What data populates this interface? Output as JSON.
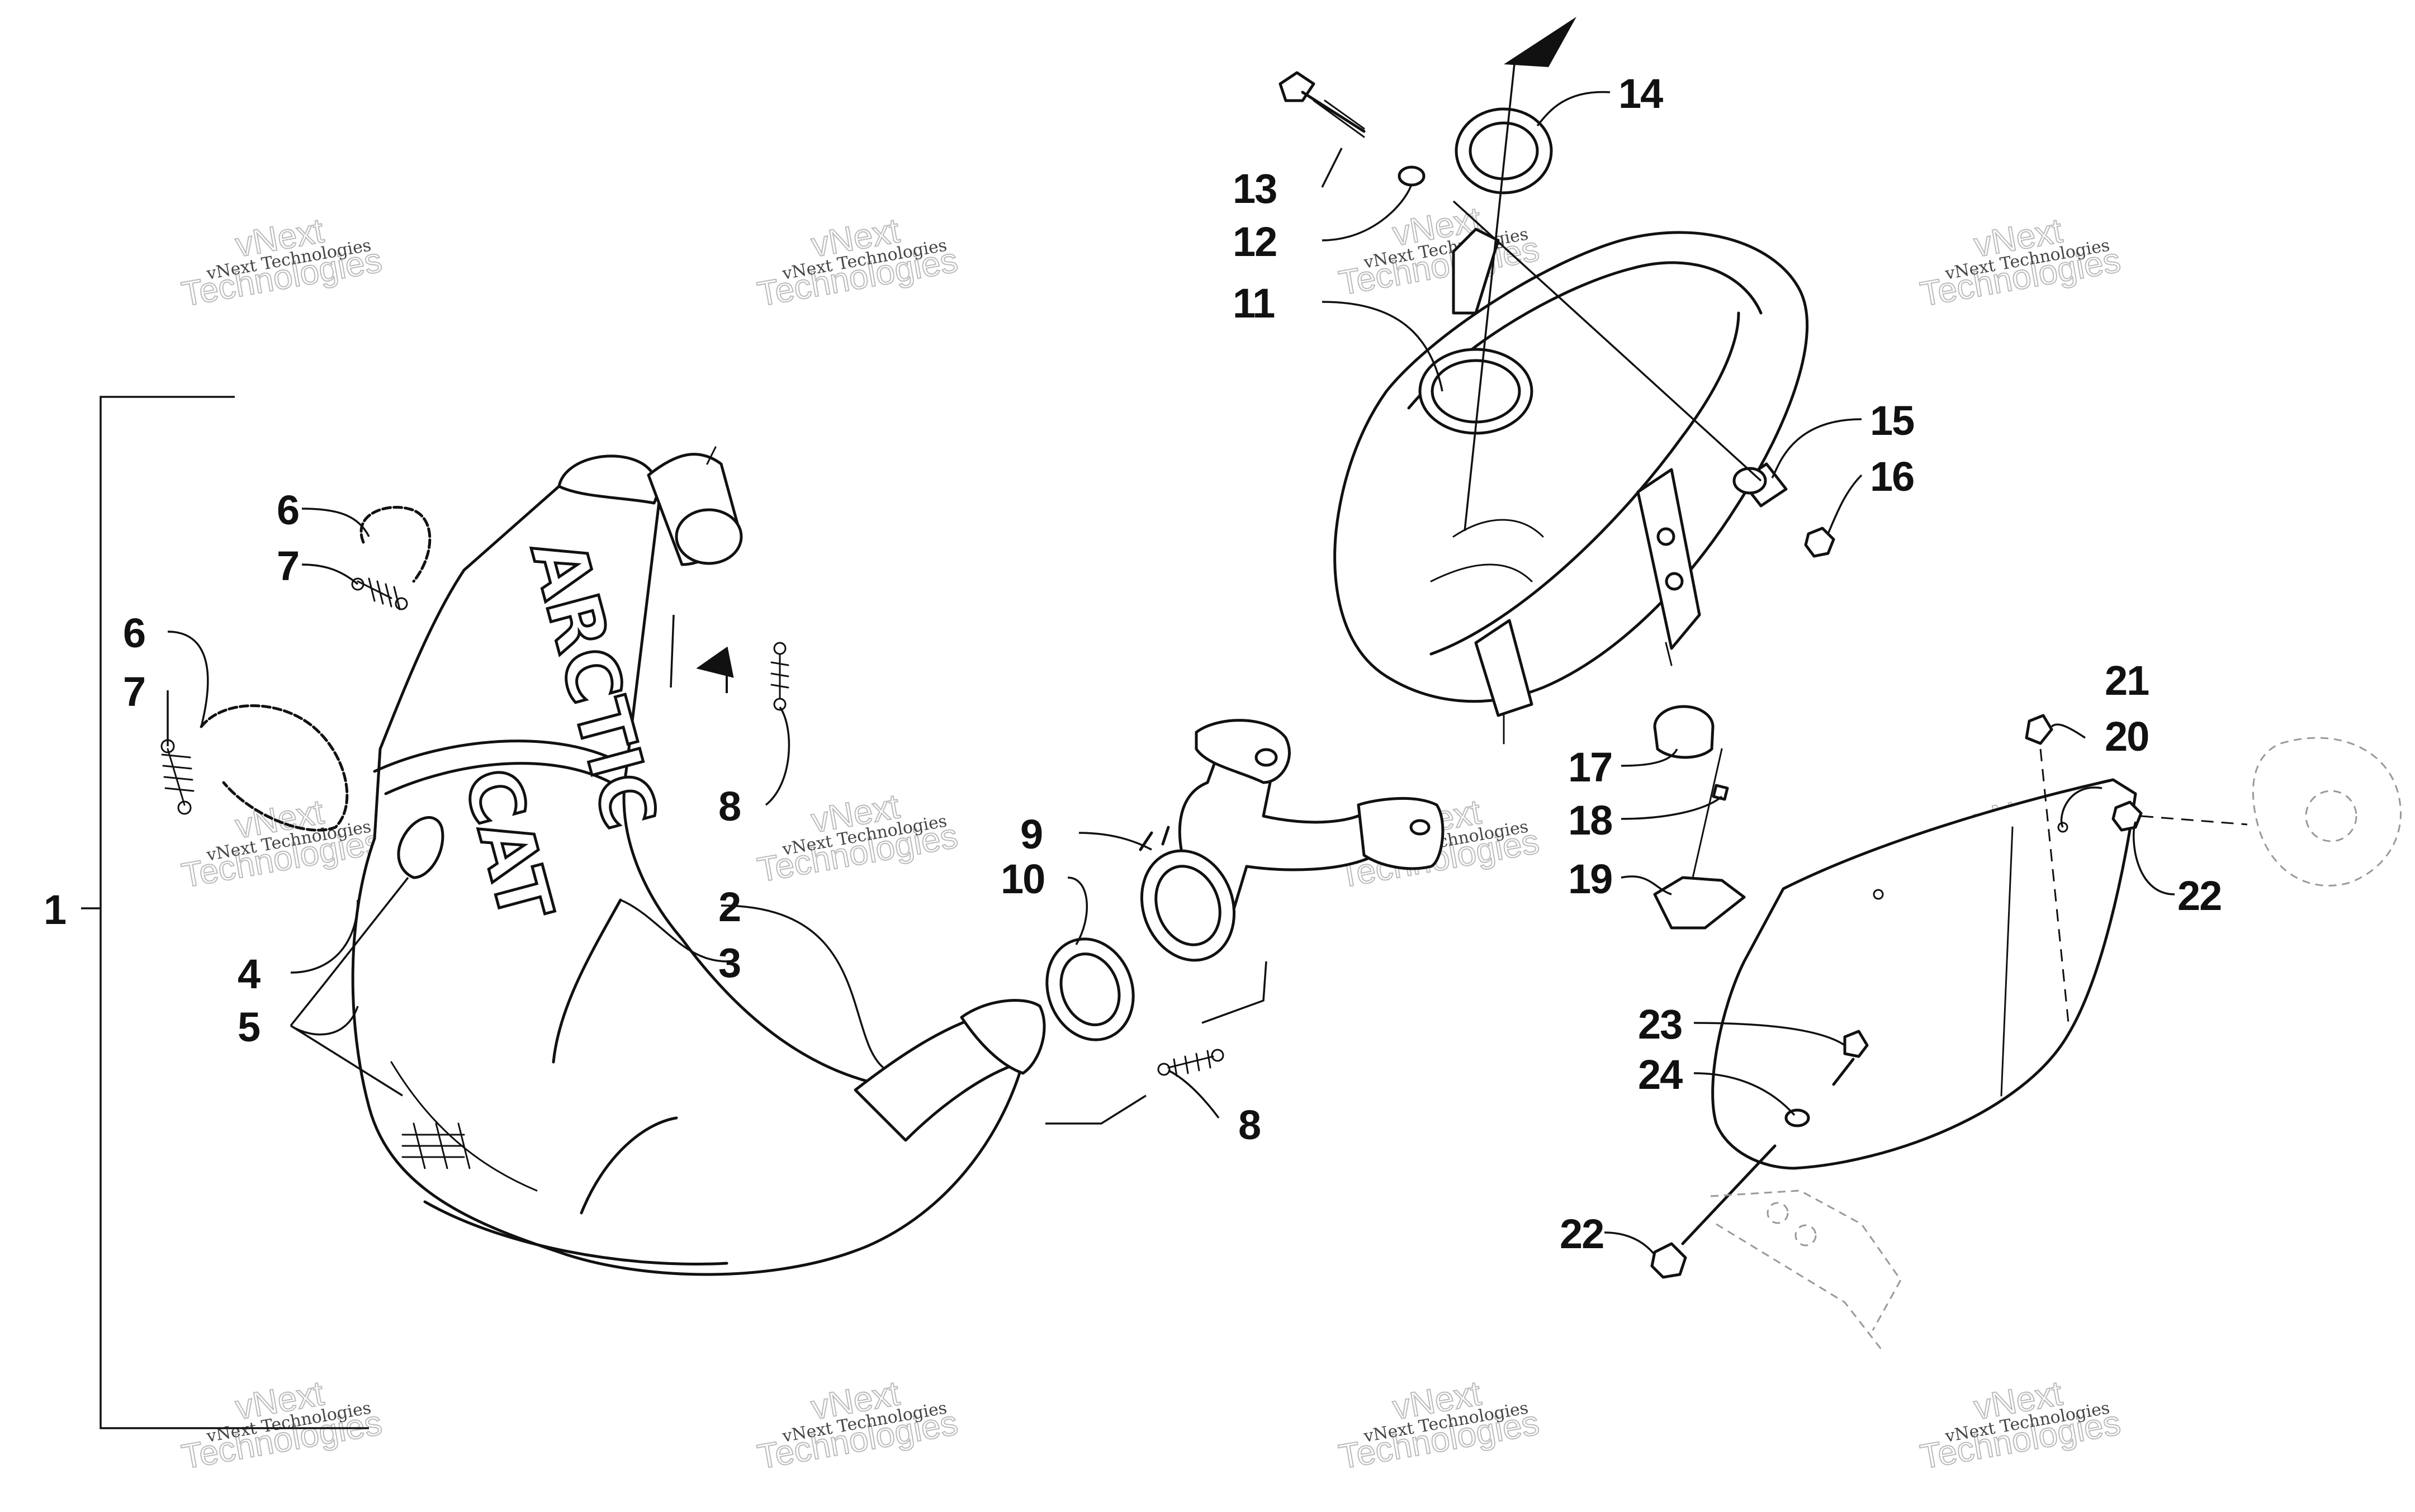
{
  "callouts": [
    "1",
    "2",
    "3",
    "4",
    "5",
    "6",
    "6",
    "7",
    "7",
    "8",
    "8",
    "9",
    "10",
    "11",
    "12",
    "13",
    "14",
    "15",
    "16",
    "17",
    "18",
    "19",
    "20",
    "21",
    "22",
    "22",
    "23",
    "24"
  ],
  "brand_text": {
    "line1": "ARCTIC",
    "line2": "CAT"
  },
  "watermark": {
    "line1": "vNext Technologies",
    "line2": "vNext",
    "line3": "Technologies"
  }
}
